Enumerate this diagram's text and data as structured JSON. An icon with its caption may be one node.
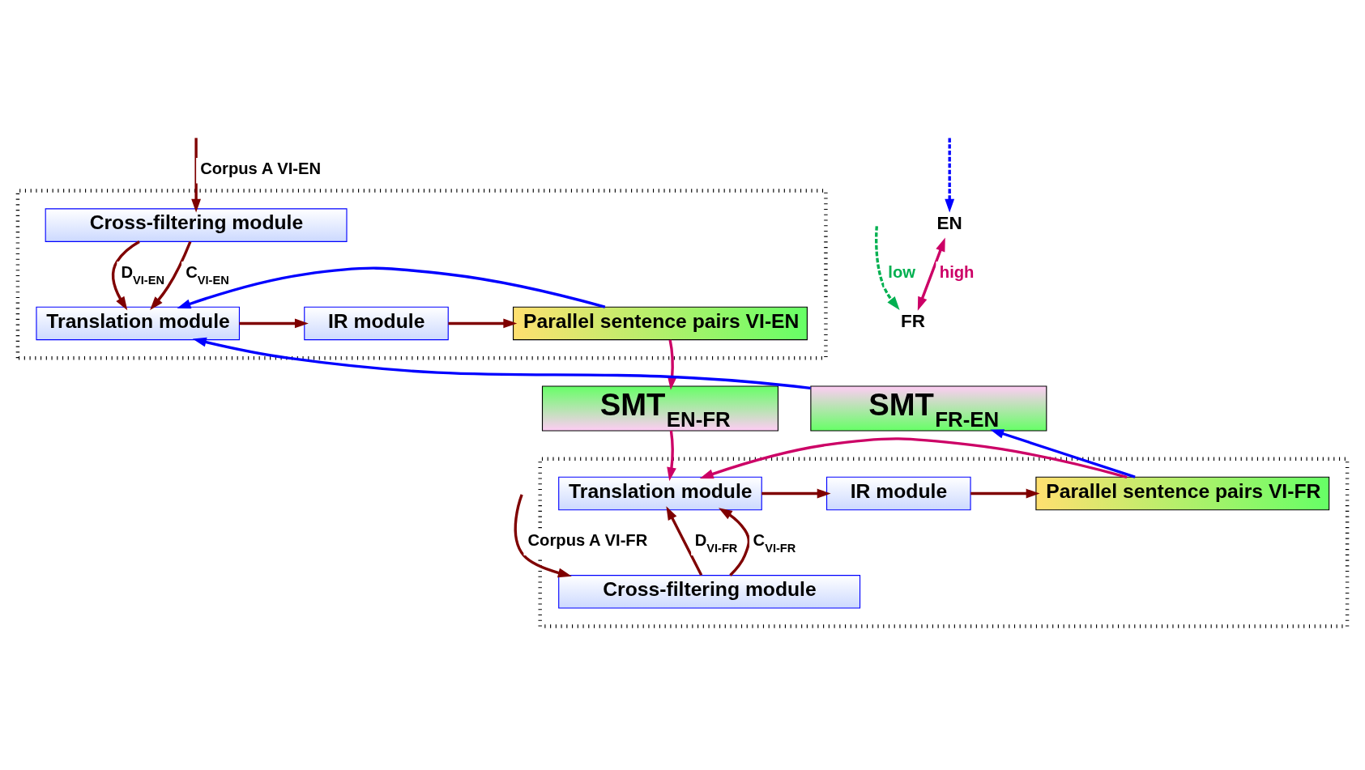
{
  "diagram": {
    "nodes": [
      {
        "text": [],
        "shape": "box"
      },
      {
        "text": [
          "Cross-filtering module"
        ],
        "in": 0
      },
      {
        "text": [
          "Translation module"
        ],
        "in": 0
      },
      {
        "text": [
          "IR module"
        ],
        "in": 0
      },
      {
        "text": [
          "Parallel sentence pairs VI-EN"
        ],
        "in": 0
      },
      {
        "text": [
          "EN"
        ]
      },
      {
        "text": [
          "FR"
        ]
      },
      {
        "text": [
          "SMT$_{EN-FR}$"
        ]
      },
      {
        "text": [
          "SMT$_{FR-EN}$"
        ]
      },
      {
        "text": [],
        "shape": "box"
      },
      {
        "text": [
          "Translation module"
        ],
        "in": 9
      },
      {
        "text": [
          "IR module"
        ],
        "in": 9
      },
      {
        "text": [
          "Parallel sentence pairs VI-FR"
        ],
        "in": 9
      },
      {
        "text": [
          "Cross-filtering module"
        ],
        "in": 9
      }
    ],
    "edges": [
      {
        "from": null,
        "to": 1,
        "arrow": "to",
        "label": "Corpus A VI-EN"
      },
      {
        "from": 1,
        "to": 2,
        "arrow": "to",
        "label": "D$_{VI-EN}$"
      },
      {
        "from": 1,
        "to": 2,
        "arrow": "to",
        "label": "C$_{VI-EN}$"
      },
      {
        "from": 2,
        "to": 3,
        "arrow": "to"
      },
      {
        "from": 3,
        "to": 4,
        "arrow": "to"
      },
      {
        "from": 4,
        "to": 2,
        "arrow": "to",
        "color": "#0000ff"
      },
      {
        "from": 4,
        "to": 7,
        "arrow": "to",
        "color": "#cc0066"
      },
      {
        "from": 8,
        "to": 2,
        "arrow": "to",
        "color": "#0000ff"
      },
      {
        "from": 7,
        "to": 10,
        "arrow": "to",
        "color": "#cc0066"
      },
      {
        "from": 12,
        "to": 10,
        "arrow": "to",
        "color": "#cc0066"
      },
      {
        "from": 12,
        "to": 8,
        "arrow": "to",
        "color": "#0000ff"
      },
      {
        "from": 13,
        "to": 10,
        "arrow": "to",
        "label": "D$_{VI-FR}$"
      },
      {
        "from": 13,
        "to": 10,
        "arrow": "to",
        "label": "C$_{VI-FR}$"
      },
      {
        "from": 10,
        "to": 11,
        "arrow": "to"
      },
      {
        "from": 11,
        "to": 12,
        "arrow": "to"
      },
      {
        "from": null,
        "to": 13,
        "arrow": "to",
        "label": "Corpus A VI-FR"
      },
      {
        "from": null,
        "to": 5,
        "arrow": "to",
        "style": "dashed",
        "color": "#0000ff"
      },
      {
        "from": 5,
        "to": 6,
        "arrow": "both",
        "label": "high",
        "color": "#cc0066"
      },
      {
        "from": null,
        "to": 6,
        "arrow": "to",
        "label": "low",
        "style": "dashed",
        "color": "#00b050"
      }
    ]
  }
}
